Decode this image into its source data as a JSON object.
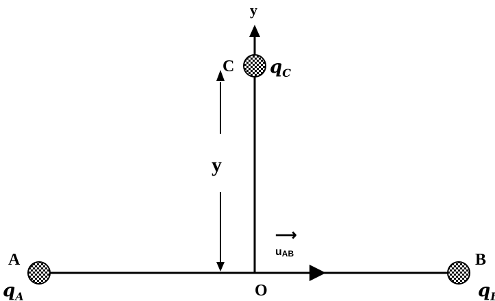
{
  "axis": {
    "y_label": "y",
    "origin_label": "O"
  },
  "points": {
    "A": {
      "label": "A",
      "charge": "q",
      "sub": "A"
    },
    "B": {
      "label": "B",
      "charge": "q",
      "sub": "B"
    },
    "C": {
      "label": "C",
      "charge": "q",
      "sub": "C"
    }
  },
  "distance_label": "y",
  "unit_vector": {
    "arrow": "⟶",
    "base": "u",
    "sub": "AB"
  },
  "colors": {
    "line": "#000000",
    "checker_dark": "#111111",
    "checker_light": "#ffffff"
  }
}
